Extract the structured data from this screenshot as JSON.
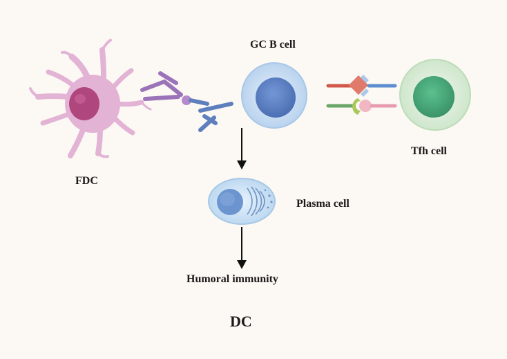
{
  "labels": {
    "fdc": "FDC",
    "gc_b_cell": "GC B cell",
    "tfh_cell": "Tfh cell",
    "plasma_cell": "Plasma cell",
    "humoral_immunity": "Humoral immunity",
    "caption": "DC"
  },
  "colors": {
    "background": "#fcf8f3",
    "fdc_body": "#e3b3d6",
    "fdc_nucleus": "#b0467e",
    "b_cell_body": "#c6dcf2",
    "b_cell_nucleus": "#5d82c4",
    "tfh_body": "#d8ecd6",
    "tfh_nucleus": "#4aa97a",
    "antibody_purple": "#9a73b8",
    "antibody_blue": "#5d7fbd",
    "arrow": "#111111"
  }
}
